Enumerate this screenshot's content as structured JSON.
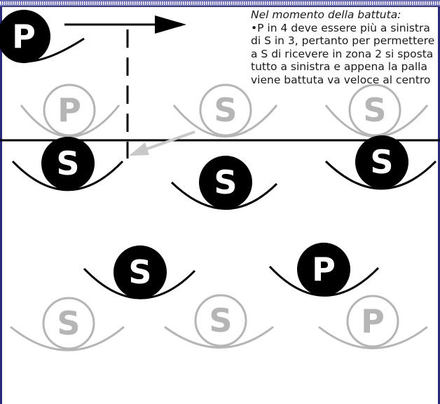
{
  "note": {
    "title": "Nel momento della battuta:",
    "body": "•P in 4 deve essere più a sinistra di S in 3, pertanto per permettere a S di ricevere in zona 2 si sposta tutto a sinistra e appena la palla viene battuta va veloce al centro"
  },
  "players": [
    {
      "id": "p-top",
      "label": "P",
      "style": "solid"
    },
    {
      "id": "ghost-p-left",
      "label": "P",
      "style": "ghost"
    },
    {
      "id": "ghost-s-center",
      "label": "S",
      "style": "ghost"
    },
    {
      "id": "ghost-s-right",
      "label": "S",
      "style": "ghost"
    },
    {
      "id": "s-front-left",
      "label": "S",
      "style": "solid"
    },
    {
      "id": "s-front-center",
      "label": "S",
      "style": "solid"
    },
    {
      "id": "s-front-right",
      "label": "S",
      "style": "solid"
    },
    {
      "id": "s-back-left",
      "label": "S",
      "style": "solid"
    },
    {
      "id": "p-back-right",
      "label": "P",
      "style": "solid"
    },
    {
      "id": "ghost-s-bottom-left",
      "label": "S",
      "style": "ghost"
    },
    {
      "id": "ghost-s-bottom-center",
      "label": "S",
      "style": "ghost"
    },
    {
      "id": "ghost-p-bottom-right",
      "label": "P",
      "style": "ghost"
    }
  ],
  "colors": {
    "solid": "#000000",
    "ghost": "#b5b5b5",
    "arrow": "#c8c8c8",
    "border": "#2a2a7a"
  }
}
